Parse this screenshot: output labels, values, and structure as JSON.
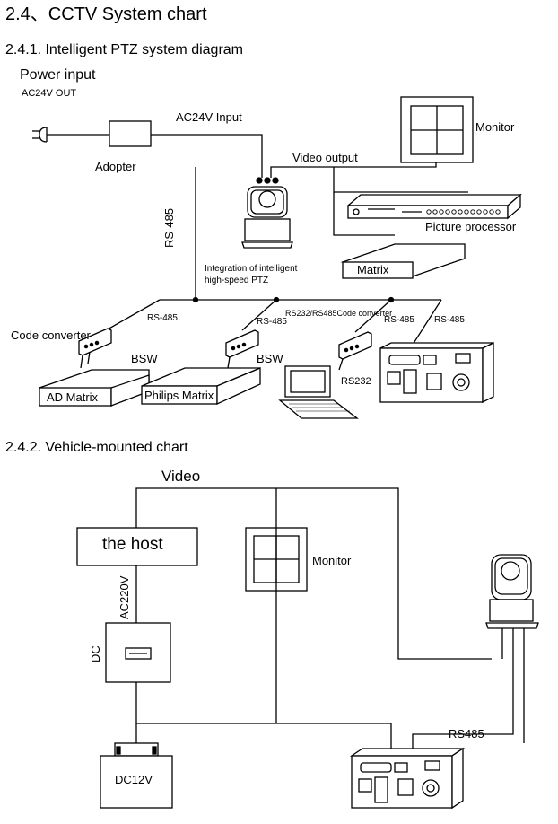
{
  "headings": {
    "main": "2.4、CCTV System chart",
    "sub1": "2.4.1. Intelligent PTZ system diagram",
    "sub2": "2.4.2. Vehicle-mounted chart"
  },
  "ptz_diagram": {
    "power_input": "Power input",
    "ac24_out": "AC24V OUT",
    "ac24_input": "AC24V Input",
    "adopter": "Adopter",
    "monitor": "Monitor",
    "video_output": "Video output",
    "picture_processor": "Picture processor",
    "matrix": "Matrix",
    "rs485_vertical": "RS-485",
    "ptz_caption_line1": "Integration of intelligent",
    "ptz_caption_line2": "high-speed PTZ",
    "code_converter": "Code converter",
    "rs485_a": "RS-485",
    "rs485_b": "RS-485",
    "rs232_rs485_converter": "RS232/RS485Code converter",
    "rs485_c": "RS-485",
    "rs485_d": "RS-485",
    "bsw_a": "BSW",
    "bsw_b": "BSW",
    "rs232": "RS232",
    "ad_matrix": "AD Matrix",
    "philips_matrix": "Philips Matrix"
  },
  "vehicle_diagram": {
    "video": "Video",
    "the_host": "the host",
    "monitor": "Monitor",
    "ac220v": "AC220V",
    "dc": "DC",
    "dc12v": "DC12V",
    "rs485": "RS485"
  }
}
